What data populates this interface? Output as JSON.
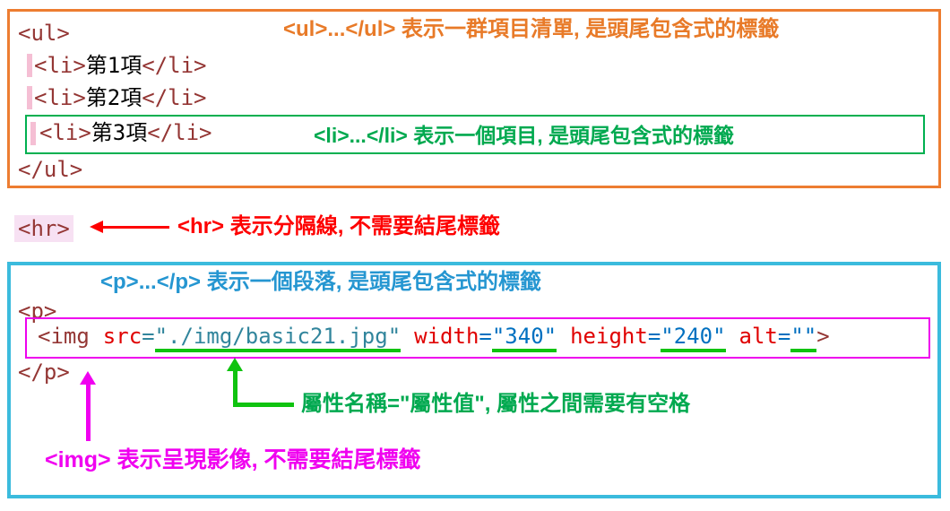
{
  "colors": {
    "orange_accent": "#ed7d31",
    "green_accent": "#00b050",
    "bright_green": "#0fc30f",
    "red_accent": "#fe0000",
    "blue_accent": "#2596d1",
    "cyan_border": "#3bbbdd",
    "magenta_accent": "#f000f0",
    "tag_maroon": "#943634",
    "attr_red": "#e00000",
    "value_blue": "#0070c0",
    "value_teal": "#31859c"
  },
  "ul_block": {
    "ul_open": "<ul>",
    "annotation": "<ul>...</ul> 表示一群項目清單, 是頭尾包含式的標籤",
    "items": [
      {
        "open": "<li>",
        "text": "第1項",
        "close": "</li>"
      },
      {
        "open": "<li>",
        "text": "第2項",
        "close": "</li>"
      },
      {
        "open": "<li>",
        "text": "第3項",
        "close": "</li>"
      }
    ],
    "li_annotation": "<li>...</li> 表示一個項目, 是頭尾包含式的標籤",
    "ul_close": "</ul>"
  },
  "hr_block": {
    "code": "<hr>",
    "annotation": "<hr> 表示分隔線, 不需要結尾標籤"
  },
  "p_block": {
    "annotation": "<p>...</p> 表示一個段落, 是頭尾包含式的標籤",
    "p_open": "<p>",
    "img": {
      "tag_open": "<img",
      "attr1_name": "src",
      "attr1_eq": "=",
      "attr1_value": "\"./img/basic21.jpg\"",
      "attr2_name": "width",
      "attr2_eq": "=",
      "attr2_value": "\"340\"",
      "attr3_name": "height",
      "attr3_eq": "=",
      "attr3_value": "\"240\"",
      "attr4_name": "alt",
      "attr4_eq": "=",
      "attr4_value": "\"\"",
      "tag_close": ">"
    },
    "p_close": "</p>",
    "attr_annotation": "屬性名稱=\"屬性值\", 屬性之間需要有空格",
    "img_annotation": "<img> 表示呈現影像, 不需要結尾標籤"
  }
}
